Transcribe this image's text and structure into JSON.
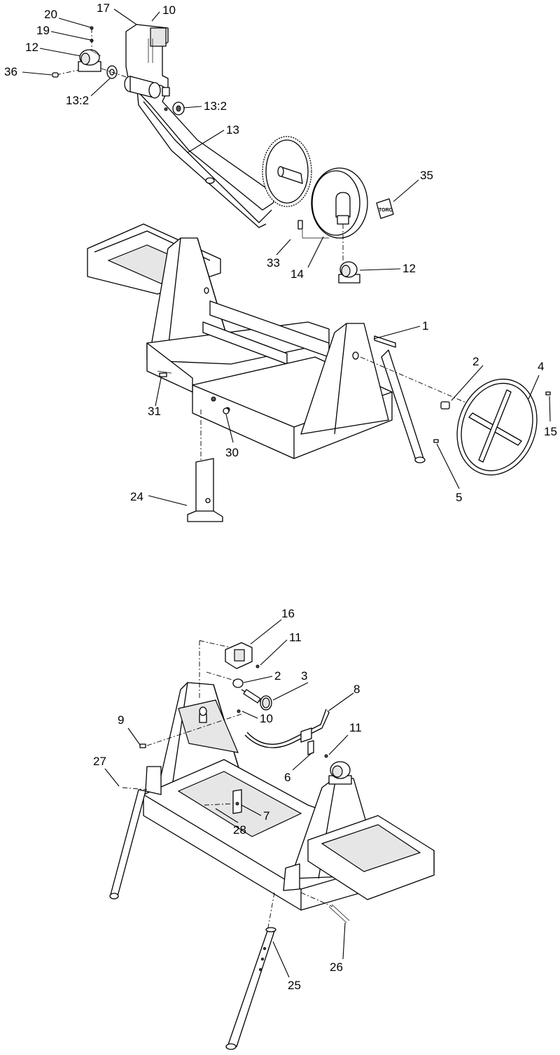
{
  "figure": {
    "upper_assembly_callouts": [
      "20",
      "17",
      "10",
      "19",
      "12",
      "36",
      "13:2",
      "13:2",
      "13",
      "35",
      "33",
      "14",
      "12",
      "1",
      "2",
      "4",
      "31",
      "30",
      "15",
      "5",
      "24"
    ],
    "lower_assembly_callouts": [
      "16",
      "11",
      "2",
      "3",
      "8",
      "9",
      "10",
      "11",
      "27",
      "6",
      "7",
      "28",
      "26",
      "25"
    ]
  }
}
